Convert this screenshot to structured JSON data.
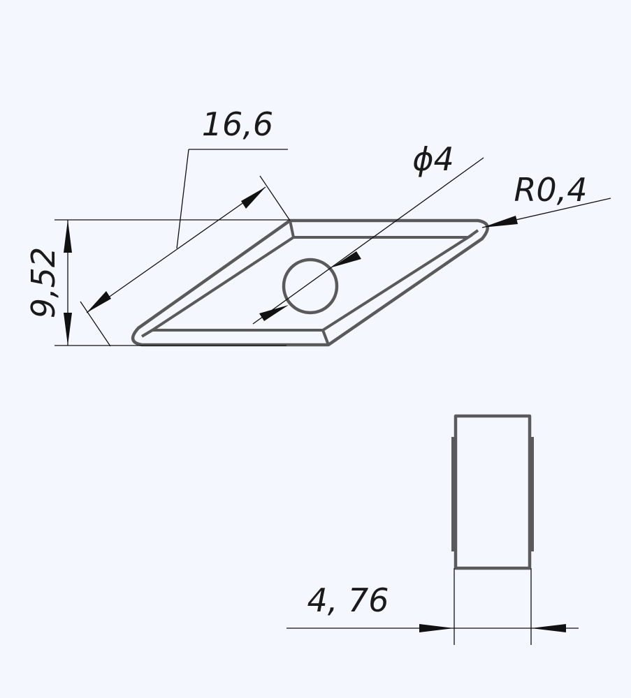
{
  "background": "#f4f7fd",
  "line_color": "#111111",
  "part_color": "#5a5a5a",
  "dimensions": {
    "length": "16,6",
    "height": "9,52",
    "hole_diameter": "ϕ4",
    "corner_radius": "R0,4",
    "thickness": "4, 76"
  }
}
